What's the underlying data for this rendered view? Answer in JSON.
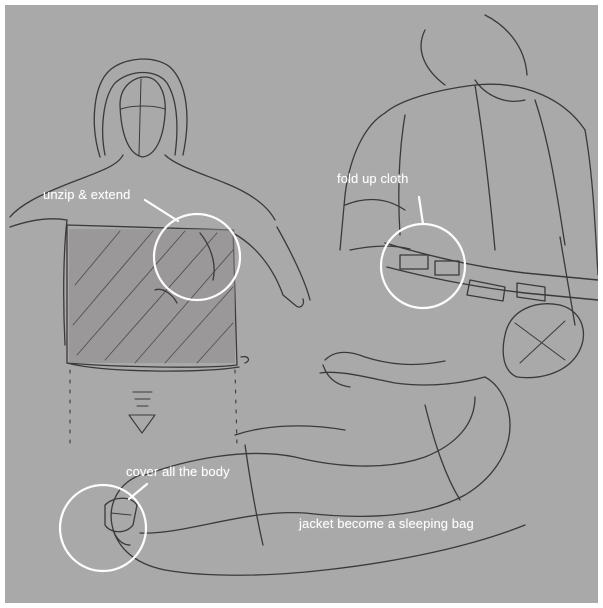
{
  "annotations": {
    "unzip_extend": "unzip & extend",
    "fold_up_cloth": "fold up cloth",
    "cover_all_body": "cover all the body",
    "sleeping_bag": "jacket become a sleeping bag"
  },
  "colors": {
    "background": "#a9a9a9",
    "pencil": "#3a3a3a",
    "highlight": "#ffffff",
    "hatch_fill": "#8f8b8c"
  }
}
